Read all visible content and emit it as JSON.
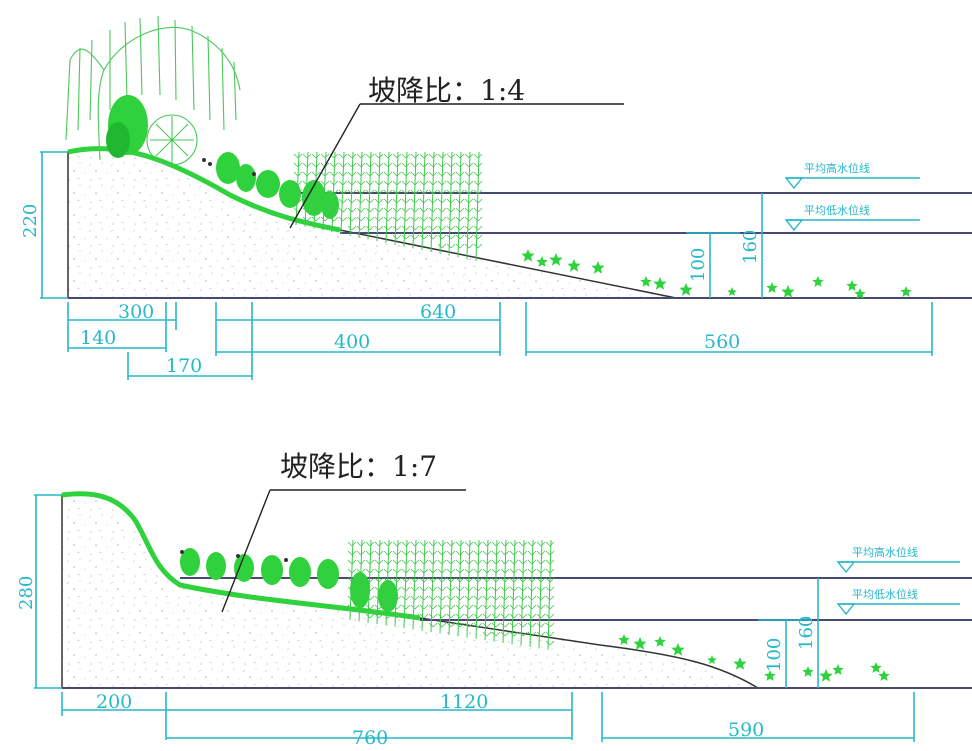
{
  "top": {
    "slope_label": "坡降比：1:4",
    "height_label": "220",
    "high_water_label": "平均高水位线",
    "low_water_label": "平均低水位线",
    "v100_label": "100",
    "v160_label": "160",
    "dims": {
      "d300": "300",
      "d140": "140",
      "d170": "170",
      "d640": "640",
      "d400": "400",
      "d560": "560"
    }
  },
  "bottom": {
    "slope_label": "坡降比：1:7",
    "height_label": "280",
    "high_water_label": "平均高水位线",
    "low_water_label": "平均低水位线",
    "v100_label": "100",
    "v160_label": "160",
    "dims": {
      "d200": "200",
      "d1120": "1120",
      "d760": "760",
      "d590": "590"
    }
  },
  "colors": {
    "dimension": "#25b8c9",
    "water_line": "#474a6c",
    "vegetation": "#2fd23c",
    "leader": "#222222"
  }
}
